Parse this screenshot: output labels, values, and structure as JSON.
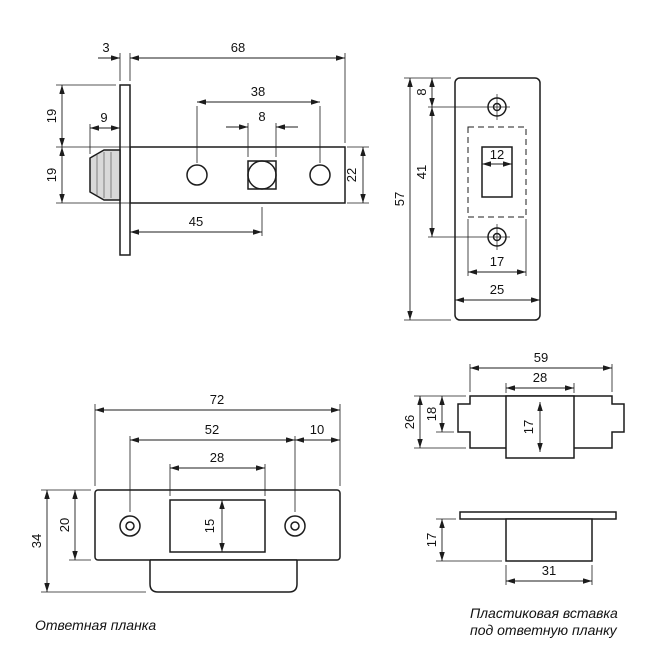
{
  "latch_side_view": {
    "plate_thickness": "3",
    "body_length": "68",
    "hole_spacing": "38",
    "spindle_width": "8",
    "bolt_protrusion": "9",
    "top_offset": "19",
    "bottom_offset": "19",
    "body_height": "22",
    "backset": "45"
  },
  "faceplate_view": {
    "edge_to_hole": "8",
    "hole_spacing": "41",
    "total_height": "57",
    "cutout_width": "12",
    "recess_width": "17",
    "total_width": "25"
  },
  "strike_plate_view": {
    "total_width": "72",
    "hole_spacing": "52",
    "hole_edge_offset": "10",
    "cutout_width": "28",
    "plate_height": "20",
    "total_height": "34",
    "cutout_height": "15"
  },
  "insert_top_view": {
    "total_width": "59",
    "cutout_width": "28",
    "inner_height": "18",
    "total_height": "26",
    "cutout_height": "17"
  },
  "insert_side_view": {
    "body_height": "17",
    "body_width": "31"
  },
  "captions": {
    "strike_plate": "Ответная планка",
    "insert_line1": "Пластиковая вставка",
    "insert_line2": "под ответную планку"
  }
}
